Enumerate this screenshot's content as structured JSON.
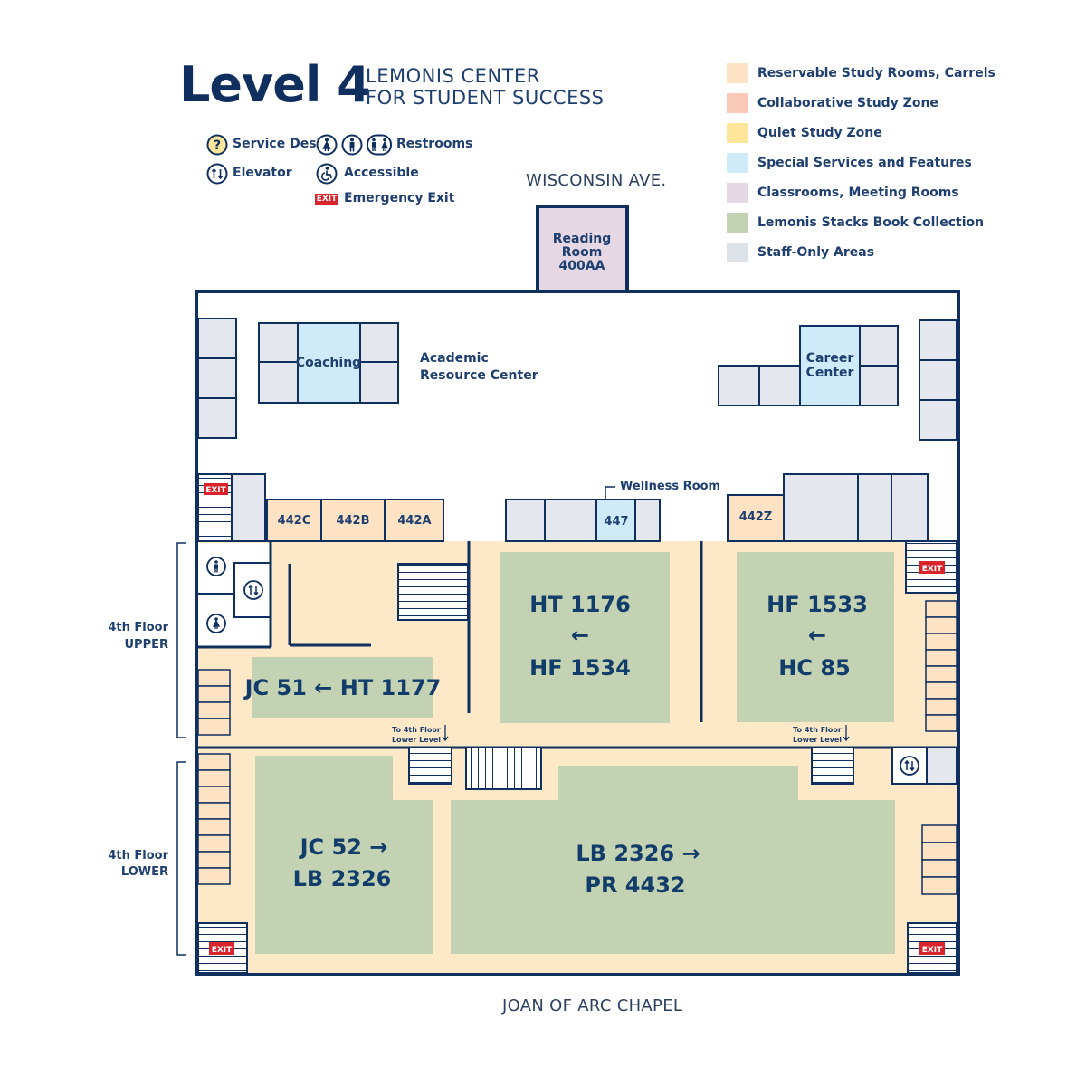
{
  "header": {
    "level_title": "Level 4",
    "subtitle_line1": "LEMONIS CENTER",
    "subtitle_line2": "FOR STUDENT SUCCESS"
  },
  "key": {
    "service_desk": "Service Desk",
    "service_desk_glyph": "?",
    "elevator": "Elevator",
    "restrooms": "Restrooms",
    "accessible": "Accessible",
    "emergency_exit": "Emergency Exit",
    "exit_badge": "EXIT"
  },
  "legend": [
    {
      "label": "Reservable Study Rooms, Carrels",
      "color": "#fde3c4"
    },
    {
      "label": "Collaborative Study Zone",
      "color": "#fbc9b8"
    },
    {
      "label": "Quiet Study Zone",
      "color": "#fde59a"
    },
    {
      "label": "Special Services and Features",
      "color": "#cfeaf8"
    },
    {
      "label": "Classrooms, Meeting Rooms",
      "color": "#e5d8e4"
    },
    {
      "label": "Lemonis Stacks Book Collection",
      "color": "#c3d2b3"
    },
    {
      "label": "Staff-Only Areas",
      "color": "#dde1e8"
    }
  ],
  "streets": {
    "north": "WISCONSIN AVE.",
    "south": "JOAN OF ARC CHAPEL"
  },
  "rooms": {
    "reading_room_line1": "Reading",
    "reading_room_line2": "Room",
    "reading_room_number": "400AA",
    "coaching": "Coaching",
    "academic_line1": "Academic",
    "academic_line2": "Resource Center",
    "career_line1": "Career",
    "career_line2": "Center",
    "wellness": "Wellness Room",
    "r442c": "442C",
    "r442b": "442B",
    "r442a": "442A",
    "r447": "447",
    "r442z": "442Z"
  },
  "floors": {
    "upper_line1": "4th Floor",
    "upper_line2": "UPPER",
    "lower_line1": "4th Floor",
    "lower_line2": "LOWER",
    "stairs_note_line1": "To 4th Floor",
    "stairs_note_line2": "Lower Level"
  },
  "stacks": {
    "s1": "JC 51 ← HT 1177",
    "s2_line1": "HT 1176",
    "s2_line2": "←",
    "s2_line3": "HF 1534",
    "s3_line1": "HF 1533",
    "s3_line2": "←",
    "s3_line3": "HC 85",
    "s4_line1": "JC 52 →",
    "s4_line2": "LB 2326",
    "s5_line1": "LB 2326 →",
    "s5_line2": "PR 4432"
  },
  "colors": {
    "wall": "#0f2f5e",
    "cream": "#fde9c8",
    "stacks": "#c3d2b3",
    "staff": "#e4e8ee",
    "special": "#cfeaf8",
    "classroom": "#e5d8e4",
    "reservable": "#fde3c4",
    "exit_red": "#d9242b"
  }
}
